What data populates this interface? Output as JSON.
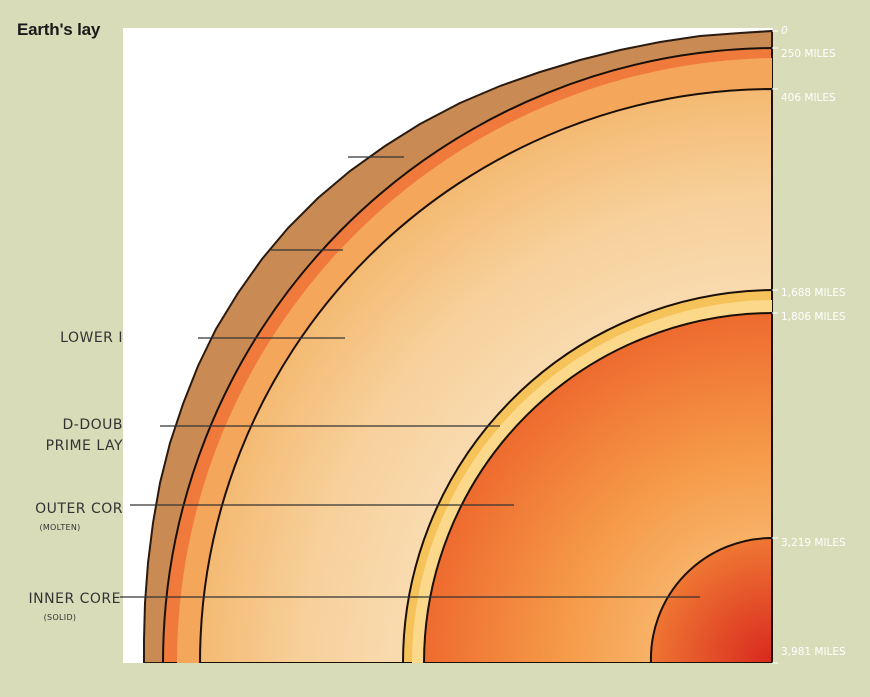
{
  "title": "Earth's lay",
  "layers": [
    {
      "name": "",
      "sub": ""
    },
    {
      "name": "",
      "sub": ""
    },
    {
      "name": "LOWER I",
      "sub": ""
    },
    {
      "name": "D-DOUB",
      "name2": "PRIME LAY",
      "sub": ""
    },
    {
      "name": "OUTER COR",
      "sub": "(MOLTEN)"
    },
    {
      "name": "INNER CORE",
      "sub": "(SOLID)"
    }
  ],
  "depths": [
    "0",
    "250 MILES",
    "406 MILES",
    "1,688 MILES",
    "1,806 MILES",
    "3,219 MILES",
    "3,981 MILES"
  ],
  "colors": {
    "background": "#d8dcb8",
    "crust": "#c98a54",
    "upper_mantle": "#ef7a3c",
    "transition_zone": "#f4b56a",
    "lower_mantle": "#f7cf98",
    "d_double_prime": "#f6c25a",
    "outer_core": "#f28a3a",
    "inner_core": "#e8482a",
    "outline": "#2a1a10"
  }
}
